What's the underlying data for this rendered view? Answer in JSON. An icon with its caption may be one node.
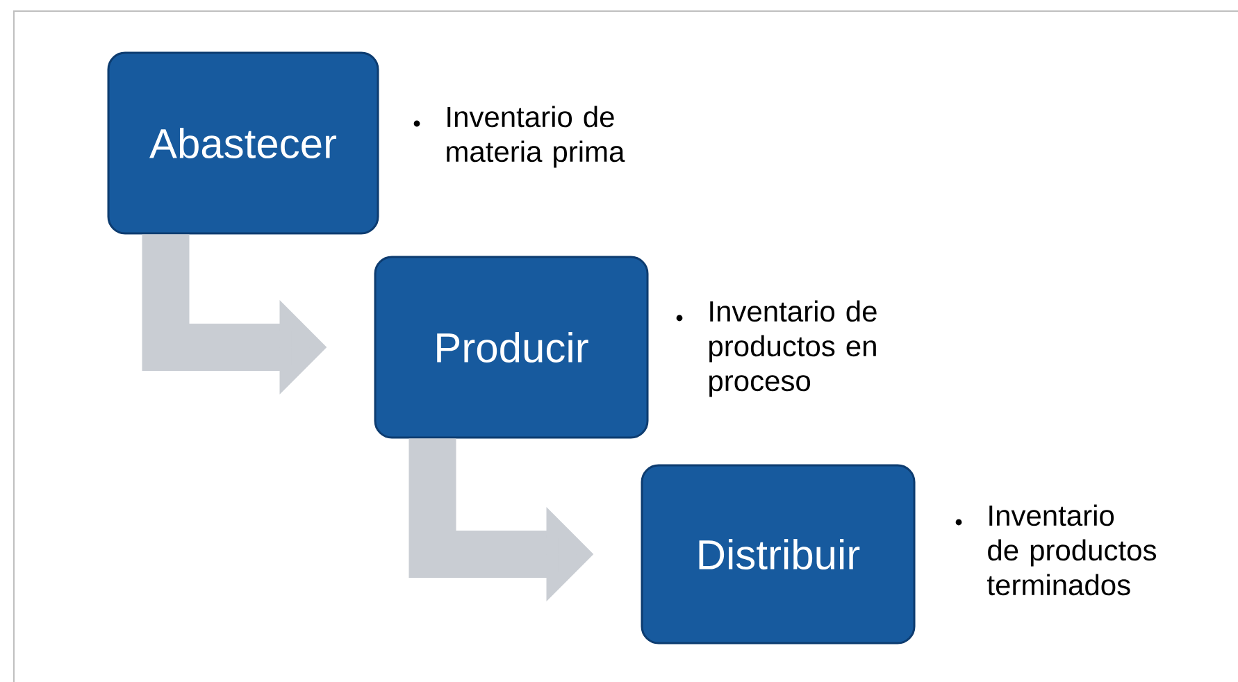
{
  "diagram": {
    "nodes": [
      {
        "text": [
          "Abastecer"
        ],
        "beside": [
          "Inventario de materia prima"
        ]
      },
      {
        "text": [
          "Producir"
        ],
        "beside": [
          "Inventario de productos en proceso"
        ]
      },
      {
        "text": [
          "Distribuir"
        ],
        "beside": [
          "Inventario de productos terminados"
        ]
      }
    ],
    "edges": [
      {
        "from": 0,
        "to": 1,
        "arrow": "to"
      },
      {
        "from": 1,
        "to": 2,
        "arrow": "to"
      }
    ]
  }
}
